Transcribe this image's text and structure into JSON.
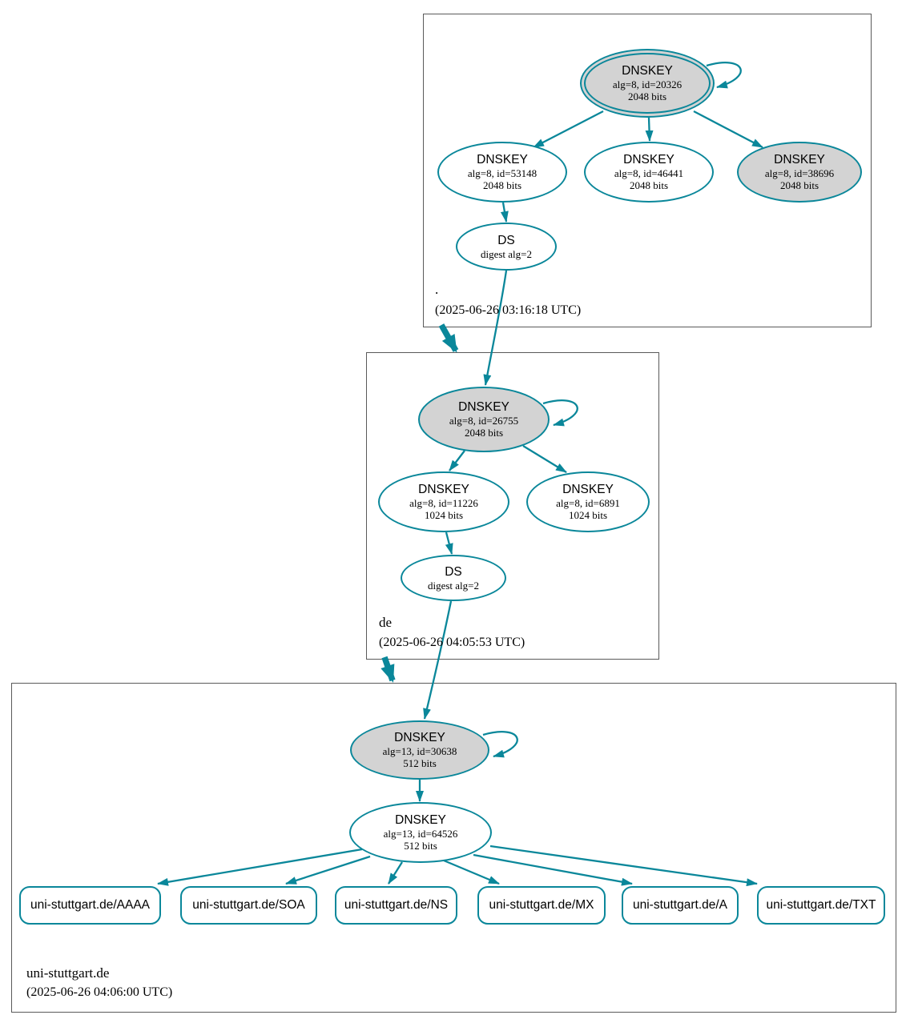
{
  "diagram_type": "dnssec-authentication-chain",
  "colors": {
    "secure_edge": "#0a879a",
    "sep_key_fill": "#d3d3d3",
    "key_fill": "#ffffff",
    "zone_border": "#5a5a5a",
    "text": "#000000"
  },
  "zones": {
    "root": {
      "name": ".",
      "timestamp": "(2025-06-26 03:16:18 UTC)",
      "nodes": {
        "ksk": {
          "type": "DNSKEY",
          "detail": "alg=8, id=20326",
          "bits": "2048 bits"
        },
        "zsk_53148": {
          "type": "DNSKEY",
          "detail": "alg=8, id=53148",
          "bits": "2048 bits"
        },
        "zsk_46441": {
          "type": "DNSKEY",
          "detail": "alg=8, id=46441",
          "bits": "2048 bits"
        },
        "key_38696": {
          "type": "DNSKEY",
          "detail": "alg=8, id=38696",
          "bits": "2048 bits"
        },
        "ds": {
          "type": "DS",
          "detail": "digest alg=2"
        }
      }
    },
    "de": {
      "name": "de",
      "timestamp": "(2025-06-26 04:05:53 UTC)",
      "nodes": {
        "ksk": {
          "type": "DNSKEY",
          "detail": "alg=8, id=26755",
          "bits": "2048 bits"
        },
        "zsk_11226": {
          "type": "DNSKEY",
          "detail": "alg=8, id=11226",
          "bits": "1024 bits"
        },
        "zsk_6891": {
          "type": "DNSKEY",
          "detail": "alg=8, id=6891",
          "bits": "1024 bits"
        },
        "ds": {
          "type": "DS",
          "detail": "digest alg=2"
        }
      }
    },
    "uni_stuttgart": {
      "name": "uni-stuttgart.de",
      "timestamp": "(2025-06-26 04:06:00 UTC)",
      "nodes": {
        "ksk": {
          "type": "DNSKEY",
          "detail": "alg=13, id=30638",
          "bits": "512 bits"
        },
        "zsk": {
          "type": "DNSKEY",
          "detail": "alg=13, id=64526",
          "bits": "512 bits"
        }
      },
      "rrsets": [
        {
          "label": "uni-stuttgart.de/AAAA"
        },
        {
          "label": "uni-stuttgart.de/SOA"
        },
        {
          "label": "uni-stuttgart.de/NS"
        },
        {
          "label": "uni-stuttgart.de/MX"
        },
        {
          "label": "uni-stuttgart.de/A"
        },
        {
          "label": "uni-stuttgart.de/TXT"
        }
      ]
    }
  }
}
